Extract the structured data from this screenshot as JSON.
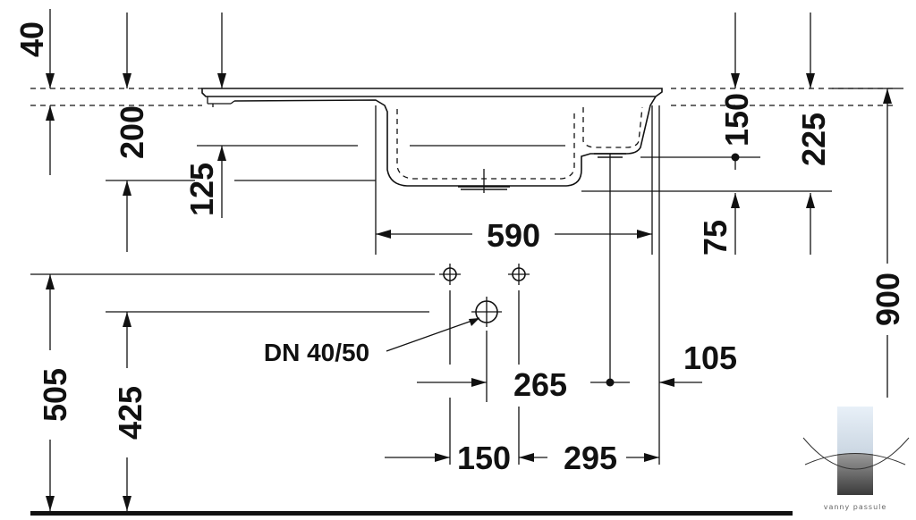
{
  "drawing": {
    "dimensions": {
      "d40": "40",
      "d200": "200",
      "d125": "125",
      "d590": "590",
      "d150_top": "150",
      "d225": "225",
      "d75": "75",
      "d900": "900",
      "d505": "505",
      "d425": "425",
      "d265": "265",
      "d105": "105",
      "d150_bottom": "150",
      "d295": "295"
    },
    "callout": "DN 40/50",
    "logo_text": "vanny passule"
  }
}
